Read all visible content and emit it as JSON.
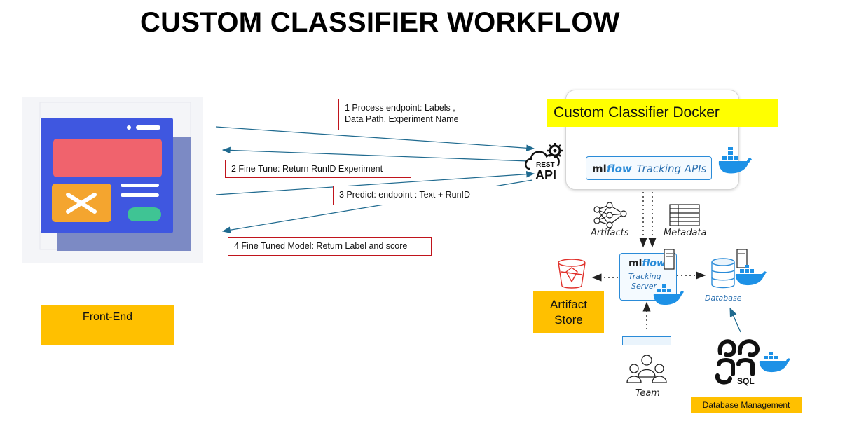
{
  "title": "CUSTOM CLASSIFIER WORKFLOW",
  "steps": [
    {
      "line1": "1 Process endpoint: Labels ,",
      "line2": "Data Path, Experiment Name"
    },
    {
      "line1": "2 Fine Tune: Return RunID Experiment"
    },
    {
      "line1": "3 Predict: endpoint : Text + RunID"
    },
    {
      "line1": "4 Fine Tuned Model: Return Label and score"
    }
  ],
  "frontend_label": "Front-End",
  "rest_api": {
    "top": "REST",
    "bottom": "API"
  },
  "docker_label": "Custom Classifier Docker",
  "tracking_apis": {
    "ml": "ml",
    "flow": "flow",
    "text": "Tracking APIs"
  },
  "artifacts_label": "Artifacts",
  "metadata_label": "Metadata",
  "tracking_server": {
    "ml": "ml",
    "flow": "flow",
    "line1": "Tracking",
    "line2": "Server"
  },
  "database_label": "Database",
  "team_label": "Team",
  "artifact_store": {
    "line1": "Artifact",
    "line2": "Store"
  },
  "db_management_label": "Database Management",
  "sql_label": "SQL",
  "colors": {
    "arrow": "#1f6a8f",
    "red_border": "#c0141c",
    "yellow": "#ffc000",
    "highlight": "#ffff00",
    "docker_blue": "#1d91e6",
    "mlflow_blue": "#2a8bd8"
  }
}
